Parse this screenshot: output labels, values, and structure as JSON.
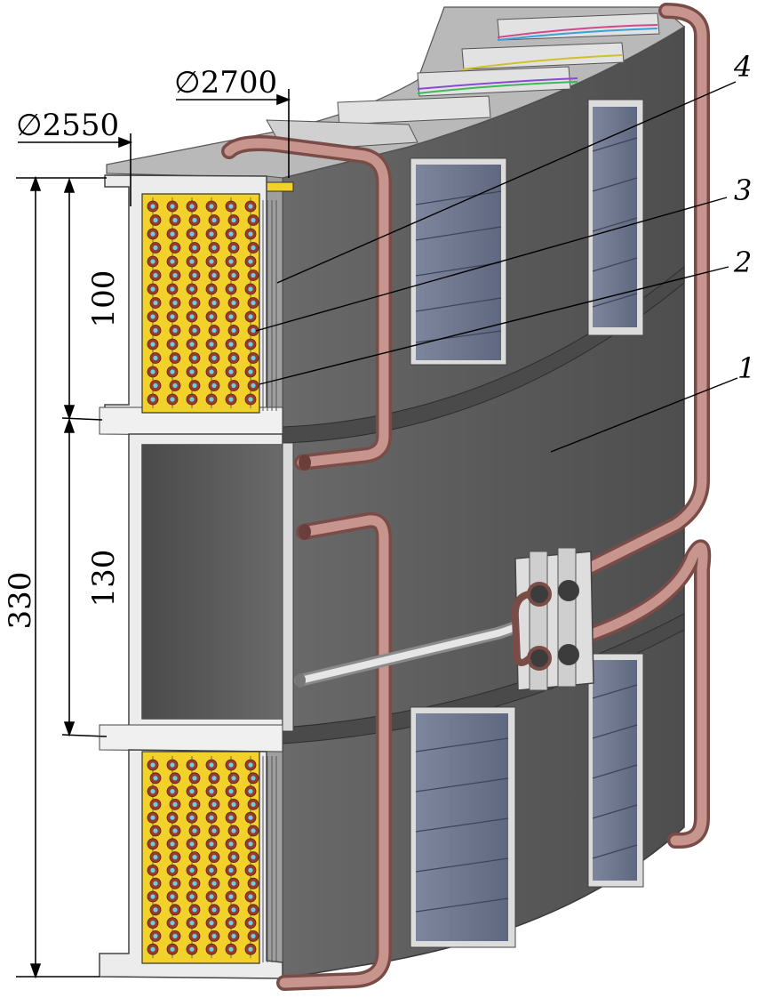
{
  "dimensions": {
    "outer_diameter": "∅2700",
    "inner_diameter": "∅2550",
    "total_height": "330",
    "upper_section_height": "100",
    "middle_gap_height": "130"
  },
  "callouts": [
    "1",
    "2",
    "3",
    "4"
  ],
  "colors": {
    "housing": "#5e5e5e",
    "housing_light": "#8a8a8a",
    "cross_section": "#e9e9e9",
    "coil_fill": "#f2d12a",
    "pipe": "#b9827c",
    "window": "#707a92",
    "conductor": "#9a3b2c",
    "conductor_core": "#6ad0e0"
  }
}
